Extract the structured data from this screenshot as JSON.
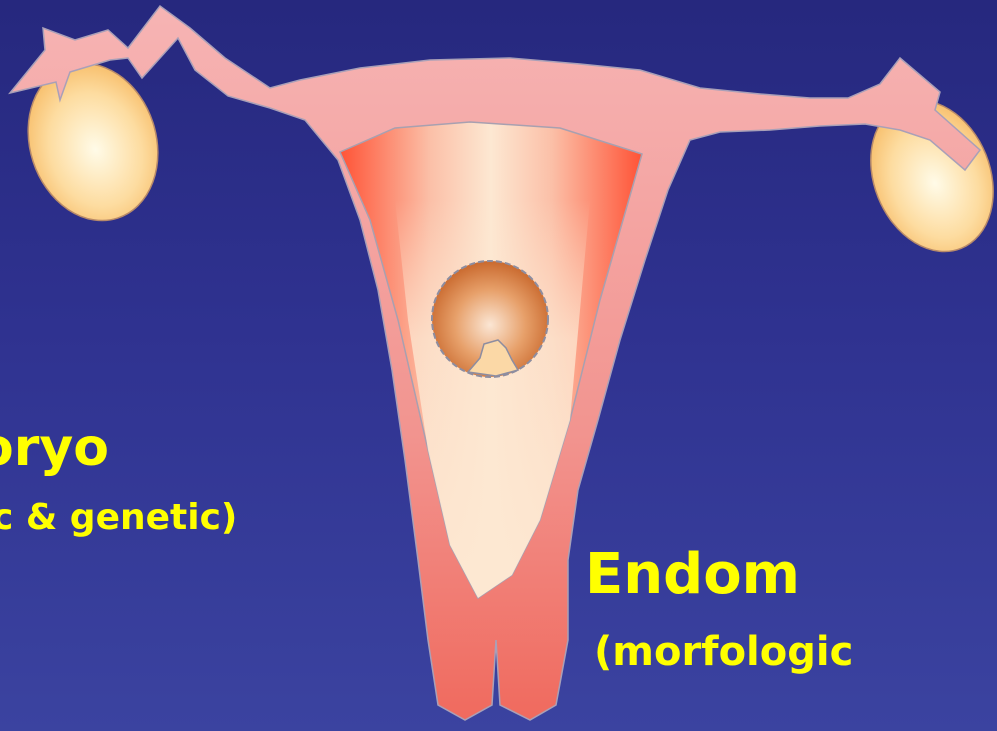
{
  "labels": {
    "embryo_title": "oryo",
    "embryo_subtitle": "c & genetic)",
    "endometrium_title": "Endom",
    "endometrium_subtitle": "(morfologic"
  },
  "colors": {
    "background_top": "#26287e",
    "background_bottom": "#3b43a0",
    "label_text": "#ffff00",
    "uterus_body": "#f39a9a",
    "cavity_side": "#ff5d3a",
    "cavity_center": "#fde5cf",
    "ovary": "#fbd08a",
    "embryo": "#d98a4e"
  }
}
